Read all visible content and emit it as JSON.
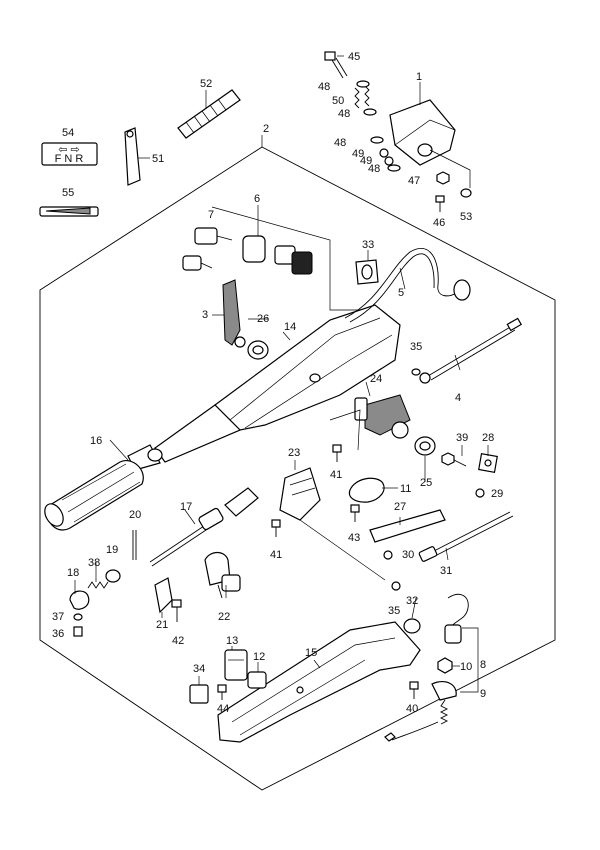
{
  "labels": {
    "p1": "1",
    "p2": "2",
    "p3": "3",
    "p4": "4",
    "p5": "5",
    "p6": "6",
    "p7": "7",
    "p8": "8",
    "p9": "9",
    "p10": "10",
    "p11": "11",
    "p12": "12",
    "p13": "13",
    "p14": "14",
    "p15": "15",
    "p16": "16",
    "p17": "17",
    "p18": "18",
    "p19": "19",
    "p20": "20",
    "p21": "21",
    "p22": "22",
    "p23": "23",
    "p24": "24",
    "p25": "25",
    "p26": "26",
    "p27": "27",
    "p28": "28",
    "p29": "29",
    "p30": "30",
    "p31": "31",
    "p32": "32",
    "p33": "33",
    "p34": "34",
    "p35a": "35",
    "p35b": "35",
    "p36": "36",
    "p37": "37",
    "p38": "38",
    "p39": "39",
    "p40": "40",
    "p41a": "41",
    "p41b": "41",
    "p42": "42",
    "p43": "43",
    "p44": "44",
    "p45": "45",
    "p46": "46",
    "p47": "47",
    "p48a": "48",
    "p48b": "48",
    "p48c": "48",
    "p48d": "48",
    "p49a": "49",
    "p49b": "49",
    "p50": "50",
    "p51": "51",
    "p52": "52",
    "p53": "53",
    "p54": "54",
    "p55": "55"
  },
  "label_plate": {
    "top": "⇦ ⇨",
    "bottom": "F N R"
  }
}
